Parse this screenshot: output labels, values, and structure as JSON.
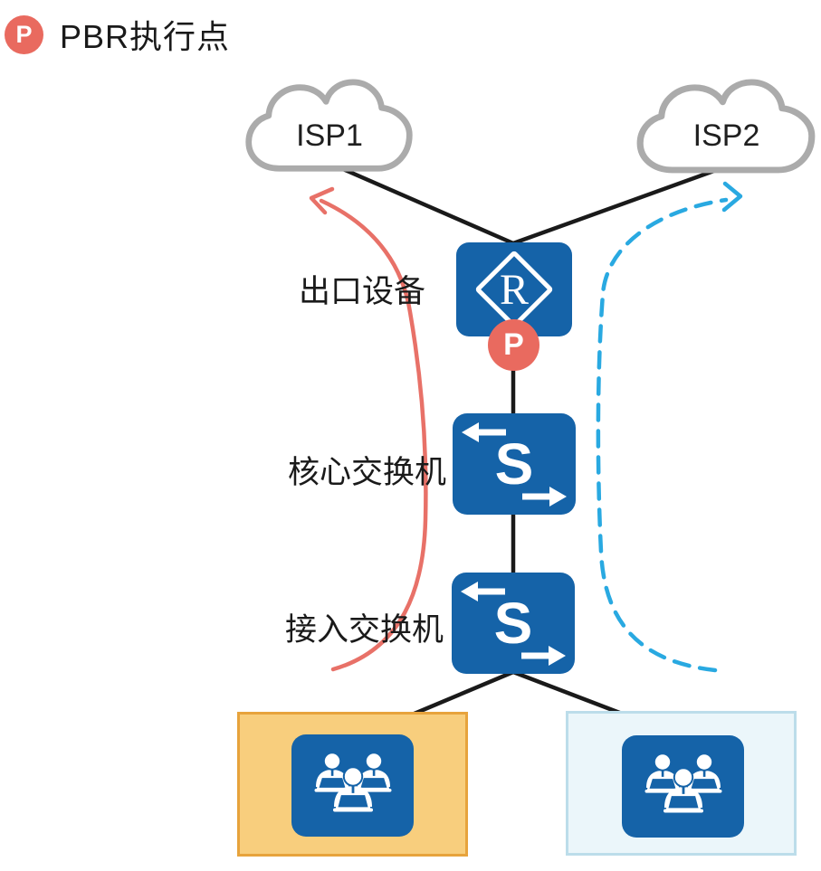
{
  "legend": {
    "badge": "P",
    "label": "PBR执行点"
  },
  "clouds": {
    "isp1": "ISP1",
    "isp2": "ISP2"
  },
  "nodes": {
    "router": {
      "label": "出口设备",
      "letter": "R"
    },
    "pbr_badge": {
      "letter": "P"
    },
    "core_switch": {
      "label": "核心交换机",
      "letter": "S"
    },
    "access_switch": {
      "label": "接入交换机",
      "letter": "S"
    }
  },
  "colors": {
    "node_blue": "#1563a8",
    "badge_red": "#e96a5f",
    "flow_red": "#e87168",
    "flow_blue": "#29a9e1",
    "cloud_gray": "#ababab",
    "line_black": "#1a1a1a",
    "lan_left_fill": "#f8ce7d",
    "lan_left_border": "#e7a33c",
    "lan_right_fill": "#ebf6fa",
    "lan_right_border": "#bcddea"
  }
}
